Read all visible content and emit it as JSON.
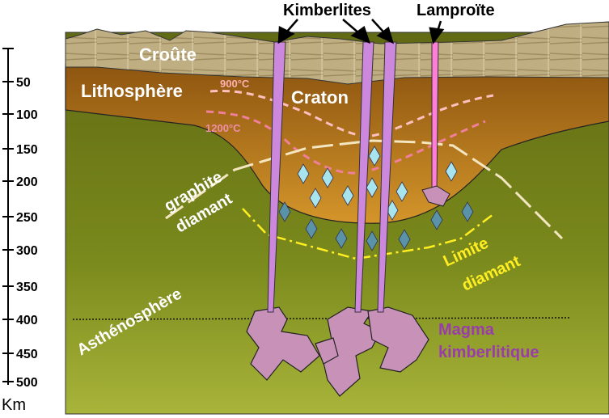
{
  "title_labels": {
    "kimberlites": "Kimberlites",
    "lamproite": "Lamproïte"
  },
  "layers": {
    "crust": "Croûte",
    "lithosphere": "Lithosphère",
    "craton": "Craton",
    "asthenosphere": "Asthénosphère"
  },
  "isotherms": {
    "t900": "900°C",
    "t1200": "1200°C"
  },
  "transition": {
    "graphite": "graphite",
    "diamant": "diamant"
  },
  "limit": {
    "line1": "Limite",
    "line2": "diamant"
  },
  "magma": {
    "line1": "Magma",
    "line2": "kimberlitique"
  },
  "depth_scale": {
    "unit": "Km",
    "ticks": [
      "50",
      "100",
      "150",
      "200",
      "250",
      "300",
      "350",
      "400",
      "450",
      "500"
    ]
  },
  "colors": {
    "crust": "#b9a67a",
    "lithosphere": "#9a5f12",
    "asthenosphere": "#6e7316",
    "kimberlite": "#cc88dd",
    "lamproite": "#ff7fd8",
    "magma": "#c892b8",
    "limit": "#ffee22",
    "text_purple": "#9a3dab"
  }
}
